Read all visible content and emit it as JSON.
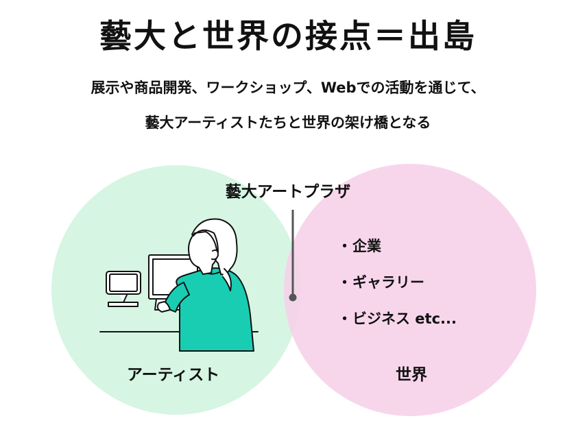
{
  "title": "藝大と世界の接点＝出島",
  "subtitle": {
    "line1": "展示や商品開発、ワークショップ、Webでの活動を通じて、",
    "line2": "藝大アーティストたちと世界の架け橋となる"
  },
  "venn": {
    "left_circle_label": "アーティスト",
    "right_circle_label": "世界",
    "overlap_label": "藝大アートプラザ",
    "world_items": [
      "企業",
      "ギャラリー",
      "ビジネス etc..."
    ],
    "bullet": "・"
  },
  "colors": {
    "left_circle": "#d6f5e3",
    "right_circle": "#f6d1ea",
    "figure_shirt": "#19cdb3",
    "outline": "#111111",
    "pointer": "#555555"
  },
  "icons": [
    "person-at-laptop-illustration",
    "phone-on-stand-icon",
    "laptop-icon"
  ]
}
